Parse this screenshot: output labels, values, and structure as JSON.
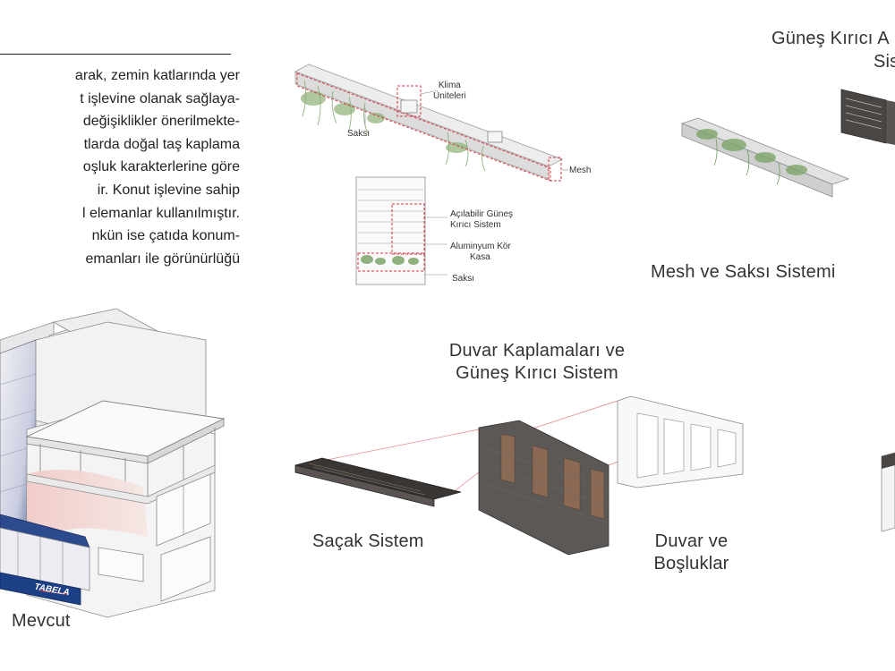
{
  "paragraph": {
    "lines": [
      "arak, zemin katlarında yer",
      "t işlevine olanak sağlaya-",
      "değişiklikler önerilmekte-",
      "tlarda doğal taş kaplama",
      "oşluk karakterlerine göre",
      "ir. Konut işlevine sahip",
      "l elemanlar kullanılmıştır.",
      "nkün ise çatıda konum-",
      "emanları ile görünürlüğü"
    ]
  },
  "labels": {
    "mevcut": "Mevcut",
    "sign": "TABELA",
    "gunes_top_line1": "Güneş Kırıcı A",
    "gunes_top_line2": "Sis",
    "mesh_saksi": "Mesh ve Saksı Sistemi",
    "duvar_kaplama_line1": "Duvar Kaplamaları ve",
    "duvar_kaplama_line2": "Güneş Kırıcı Sistem",
    "sacak": "Saçak Sistem",
    "duvar_bosluk_line1": "Duvar ve",
    "duvar_bosluk_line2": "Boşluklar"
  },
  "callouts": {
    "klima_line1": "Klima",
    "klima_line2": "Üniteleri",
    "saksi_top": "Saksı",
    "mesh": "Mesh",
    "acilabilir_line1": "Açılabilir Güneş",
    "acilabilir_line2": "Kırıcı Sistem",
    "aluminyum_line1": "Aluminyum Kör",
    "aluminyum_line2": "Kasa",
    "saksi_bottom": "Saksı"
  },
  "colors": {
    "dashed": "#d7373f",
    "sign_blue": "#1c3f86",
    "plant_green": "#6e9a58",
    "dark_panel": "#4a4644",
    "brown_shutter": "#8b6a55"
  }
}
